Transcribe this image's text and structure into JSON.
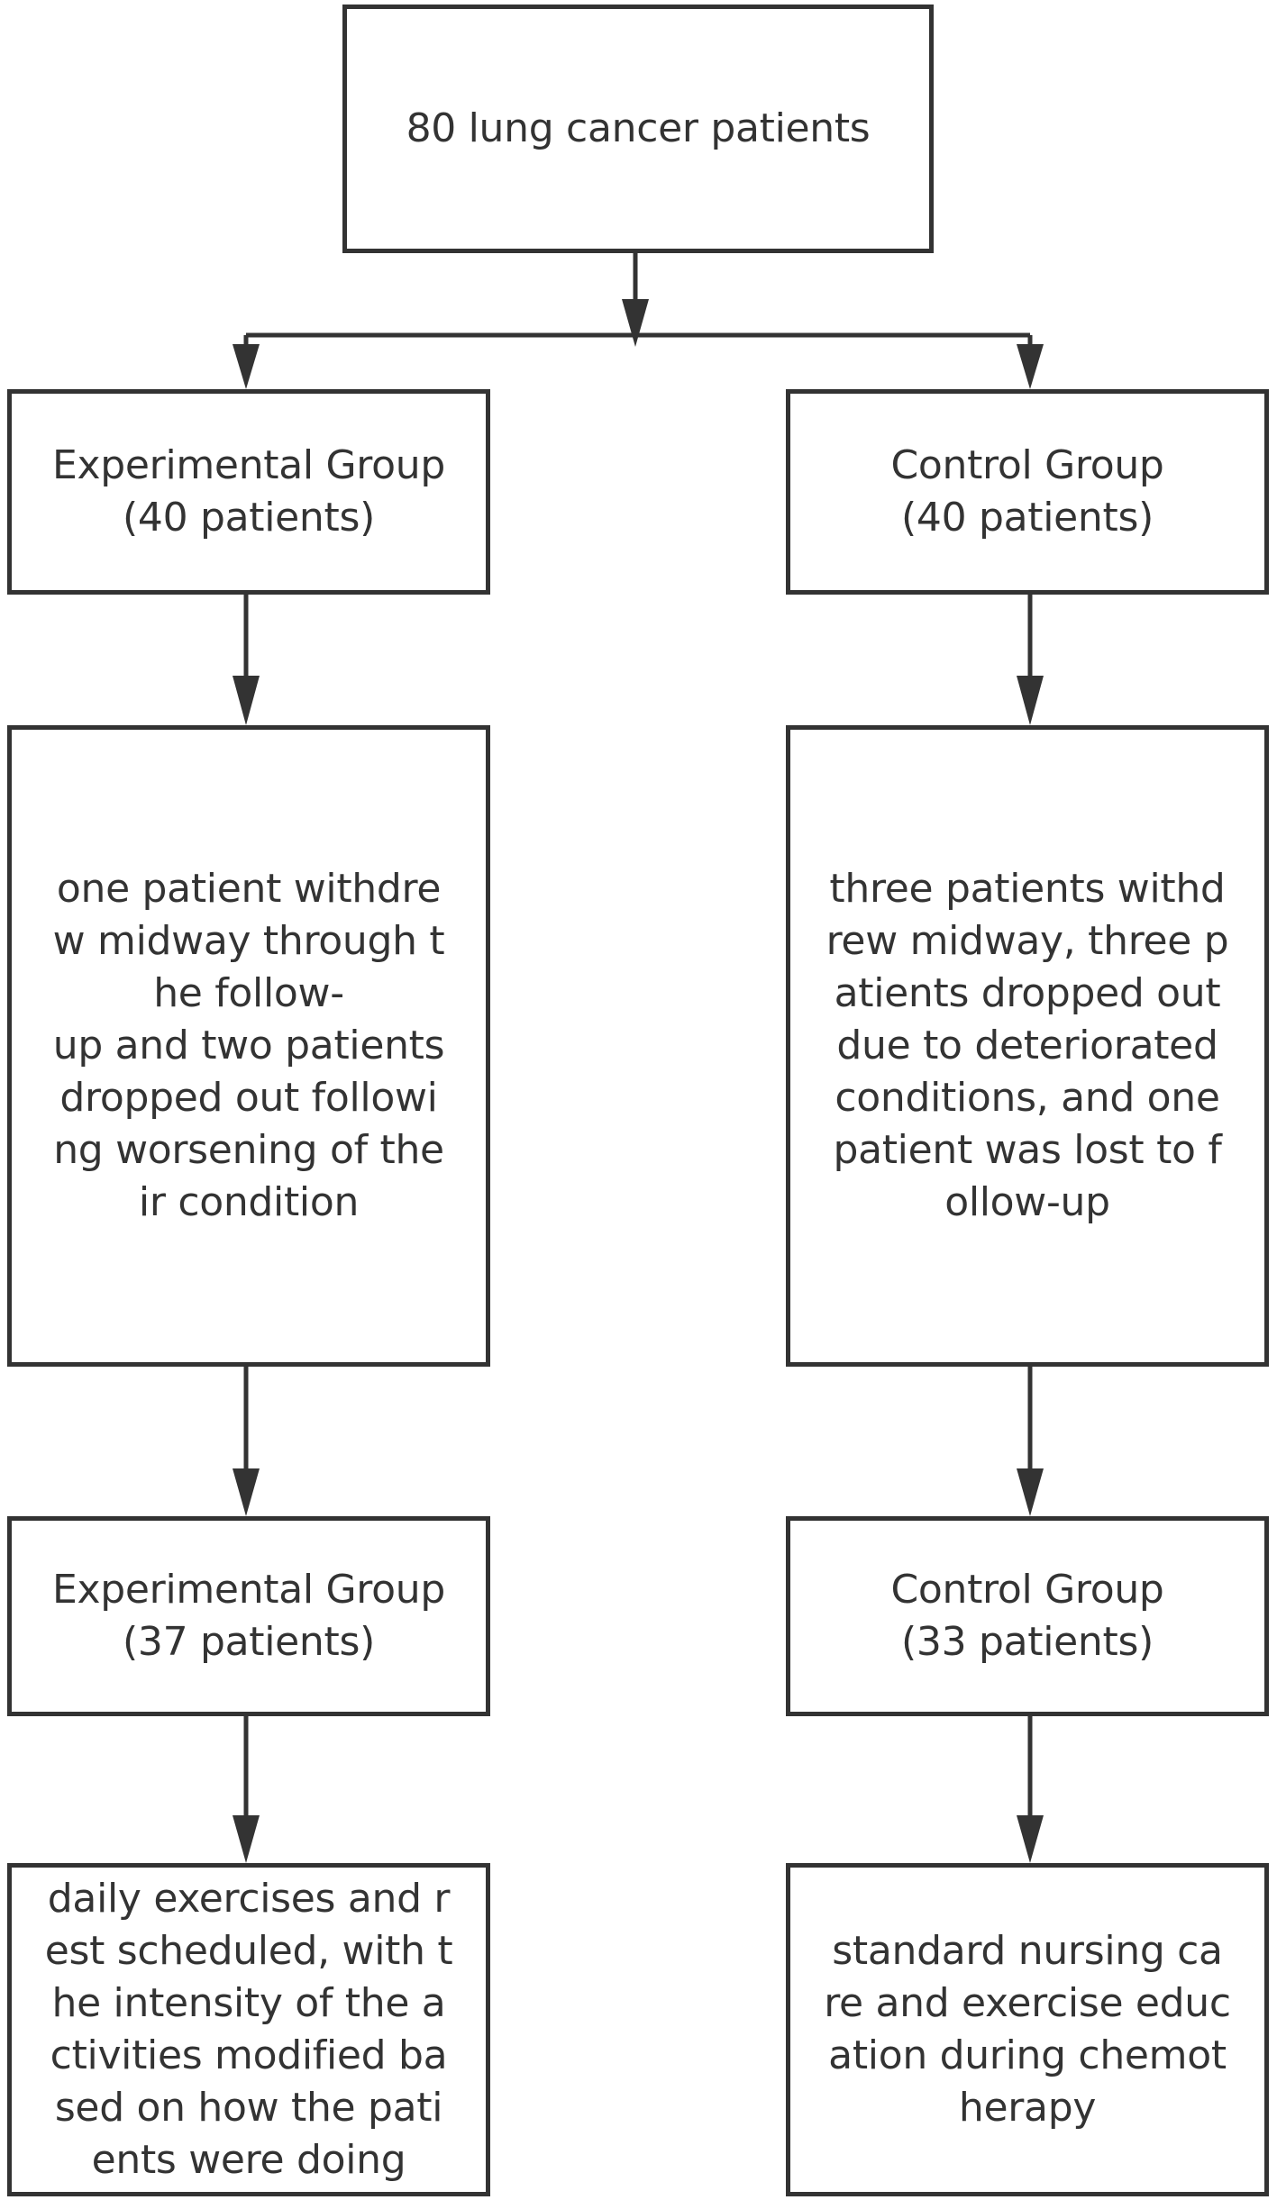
{
  "nodes": {
    "root": {
      "text": "80 lung cancer patients"
    },
    "exp_initial": {
      "line1": "Experimental Group",
      "line2": "(40 patients)"
    },
    "ctrl_initial": {
      "line1": "Control Group",
      "line2": "(40 patients)"
    },
    "exp_dropout": {
      "text": "one patient withdre\nw midway through t\nhe follow-\nup and two patients\ndropped out followi\nng worsening of the\nir condition"
    },
    "ctrl_dropout": {
      "text": "three patients withd\nrew midway, three p\natients dropped out\ndue to deteriorated\nconditions, and one\npatient was lost to f\nollow-up"
    },
    "exp_final": {
      "line1": "Experimental Group",
      "line2": "(37 patients)"
    },
    "ctrl_final": {
      "line1": "Control Group",
      "line2": "(33 patients)"
    },
    "exp_intervention": {
      "text": "daily exercises and r\nest scheduled, with t\nhe intensity of the a\nctivities modified ba\nsed on how the pati\nents were doing"
    },
    "ctrl_intervention": {
      "text": "standard nursing ca\nre and exercise educ\nation during chemot\nherapy"
    }
  },
  "colors": {
    "stroke": "#333333",
    "text": "#333333",
    "background": "#ffffff"
  }
}
